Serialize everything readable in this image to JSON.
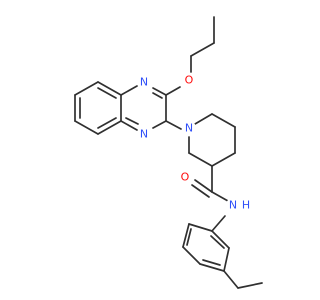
{
  "molecule": {
    "colors": {
      "bond": "#303030",
      "nitrogen": "#3050F8",
      "oxygen": "#FF0D0D",
      "carbon": "#303030"
    },
    "atoms": {
      "n1": {
        "symbol": "N",
        "color": "nitrogen"
      },
      "n2": {
        "symbol": "N",
        "color": "nitrogen"
      },
      "o_ether": {
        "symbol": "O",
        "color": "oxygen"
      },
      "n_pip": {
        "symbol": "N",
        "color": "nitrogen"
      },
      "o_amide": {
        "symbol": "O",
        "color": "oxygen"
      },
      "n_amide": {
        "symbol": "N",
        "color": "nitrogen"
      },
      "h_amide": {
        "symbol": "H",
        "color": "nitrogen"
      }
    }
  }
}
